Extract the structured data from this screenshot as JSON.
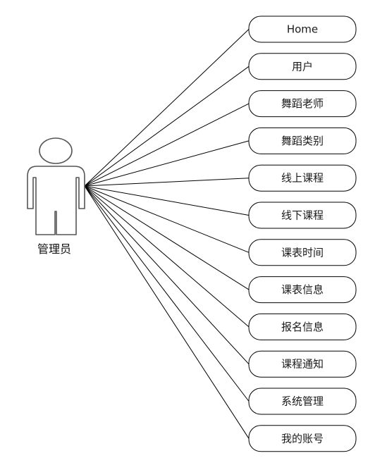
{
  "actor": {
    "name": "管理员",
    "icon": "person-icon"
  },
  "use_cases": [
    {
      "label": "Home"
    },
    {
      "label": "用户"
    },
    {
      "label": "舞蹈老师"
    },
    {
      "label": "舞蹈类别"
    },
    {
      "label": "线上课程"
    },
    {
      "label": "线下课程"
    },
    {
      "label": "课表时间"
    },
    {
      "label": "课表信息"
    },
    {
      "label": "报名信息"
    },
    {
      "label": "课程通知"
    },
    {
      "label": "系统管理"
    },
    {
      "label": "我的账号"
    }
  ],
  "colors": {
    "stroke": "#000000",
    "actor_stroke": "#555555",
    "background": "#ffffff"
  }
}
